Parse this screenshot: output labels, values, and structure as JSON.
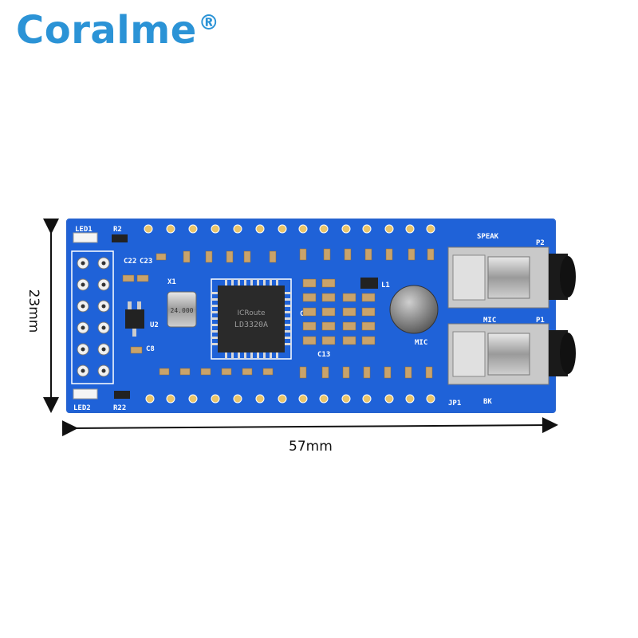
{
  "brand": {
    "name": "Coralme",
    "mark": "®"
  },
  "dimensions": {
    "height": "23mm",
    "width": "57mm"
  },
  "silkscreen": {
    "led1": "LED1",
    "led2": "LED2",
    "r2": "R2",
    "r22": "R22",
    "x1": "X1",
    "u2": "U2",
    "c8": "C8",
    "c22": "C22",
    "c23": "C23",
    "l1": "L1",
    "mic": "MIC",
    "speak": "SPEAK",
    "p2": "P2",
    "p1": "P1",
    "mic2": "MIC",
    "bk": "BK",
    "jp1": "JP1",
    "c13": "C13",
    "c10": "C10"
  },
  "chip": {
    "brand": "ICRoute",
    "model": "LD3320A"
  },
  "crystal": {
    "label": "24.000"
  },
  "colors": {
    "pcb": "#1f62d8",
    "pcb_edge": "#1a55c2",
    "brand": "#2b93d6"
  }
}
